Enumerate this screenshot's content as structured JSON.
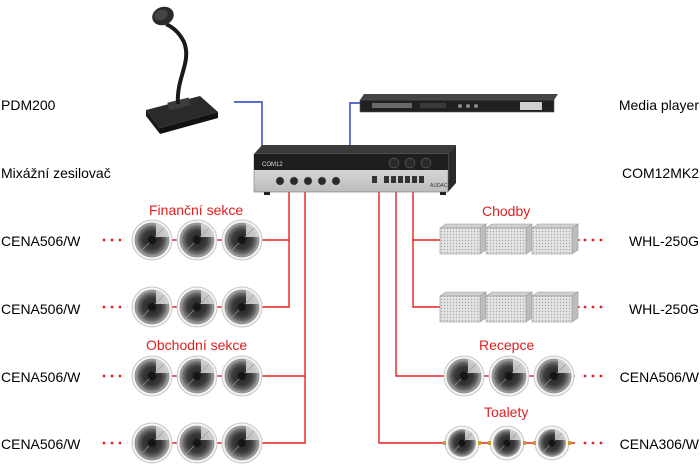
{
  "labels": {
    "microphone": "PDM200",
    "media_player": "Media player",
    "mixer_amplifier": "Mixážní zesilovač",
    "mixer_model": "COM12MK2",
    "row1_left": "CENA506/W",
    "row2_left": "CENA506/W",
    "row3_left": "CENA506/W",
    "row4_left": "CENA506/W",
    "row1_right": "WHL-250G",
    "row2_right": "WHL-250G",
    "row3_right": "CENA506/W",
    "row4_right": "CENA306/W"
  },
  "zones": {
    "financni": "Finanční sekce",
    "obchodni": "Obchodní sekce",
    "chodby": "Chodby",
    "recepce": "Recepce",
    "toalety": "Toalety"
  },
  "device": {
    "panel_text": "COM12",
    "brand": "AUDAC"
  },
  "colors": {
    "speaker_line": "#e82020",
    "control_line": "#2040c0",
    "zone_text": "#e02020"
  }
}
